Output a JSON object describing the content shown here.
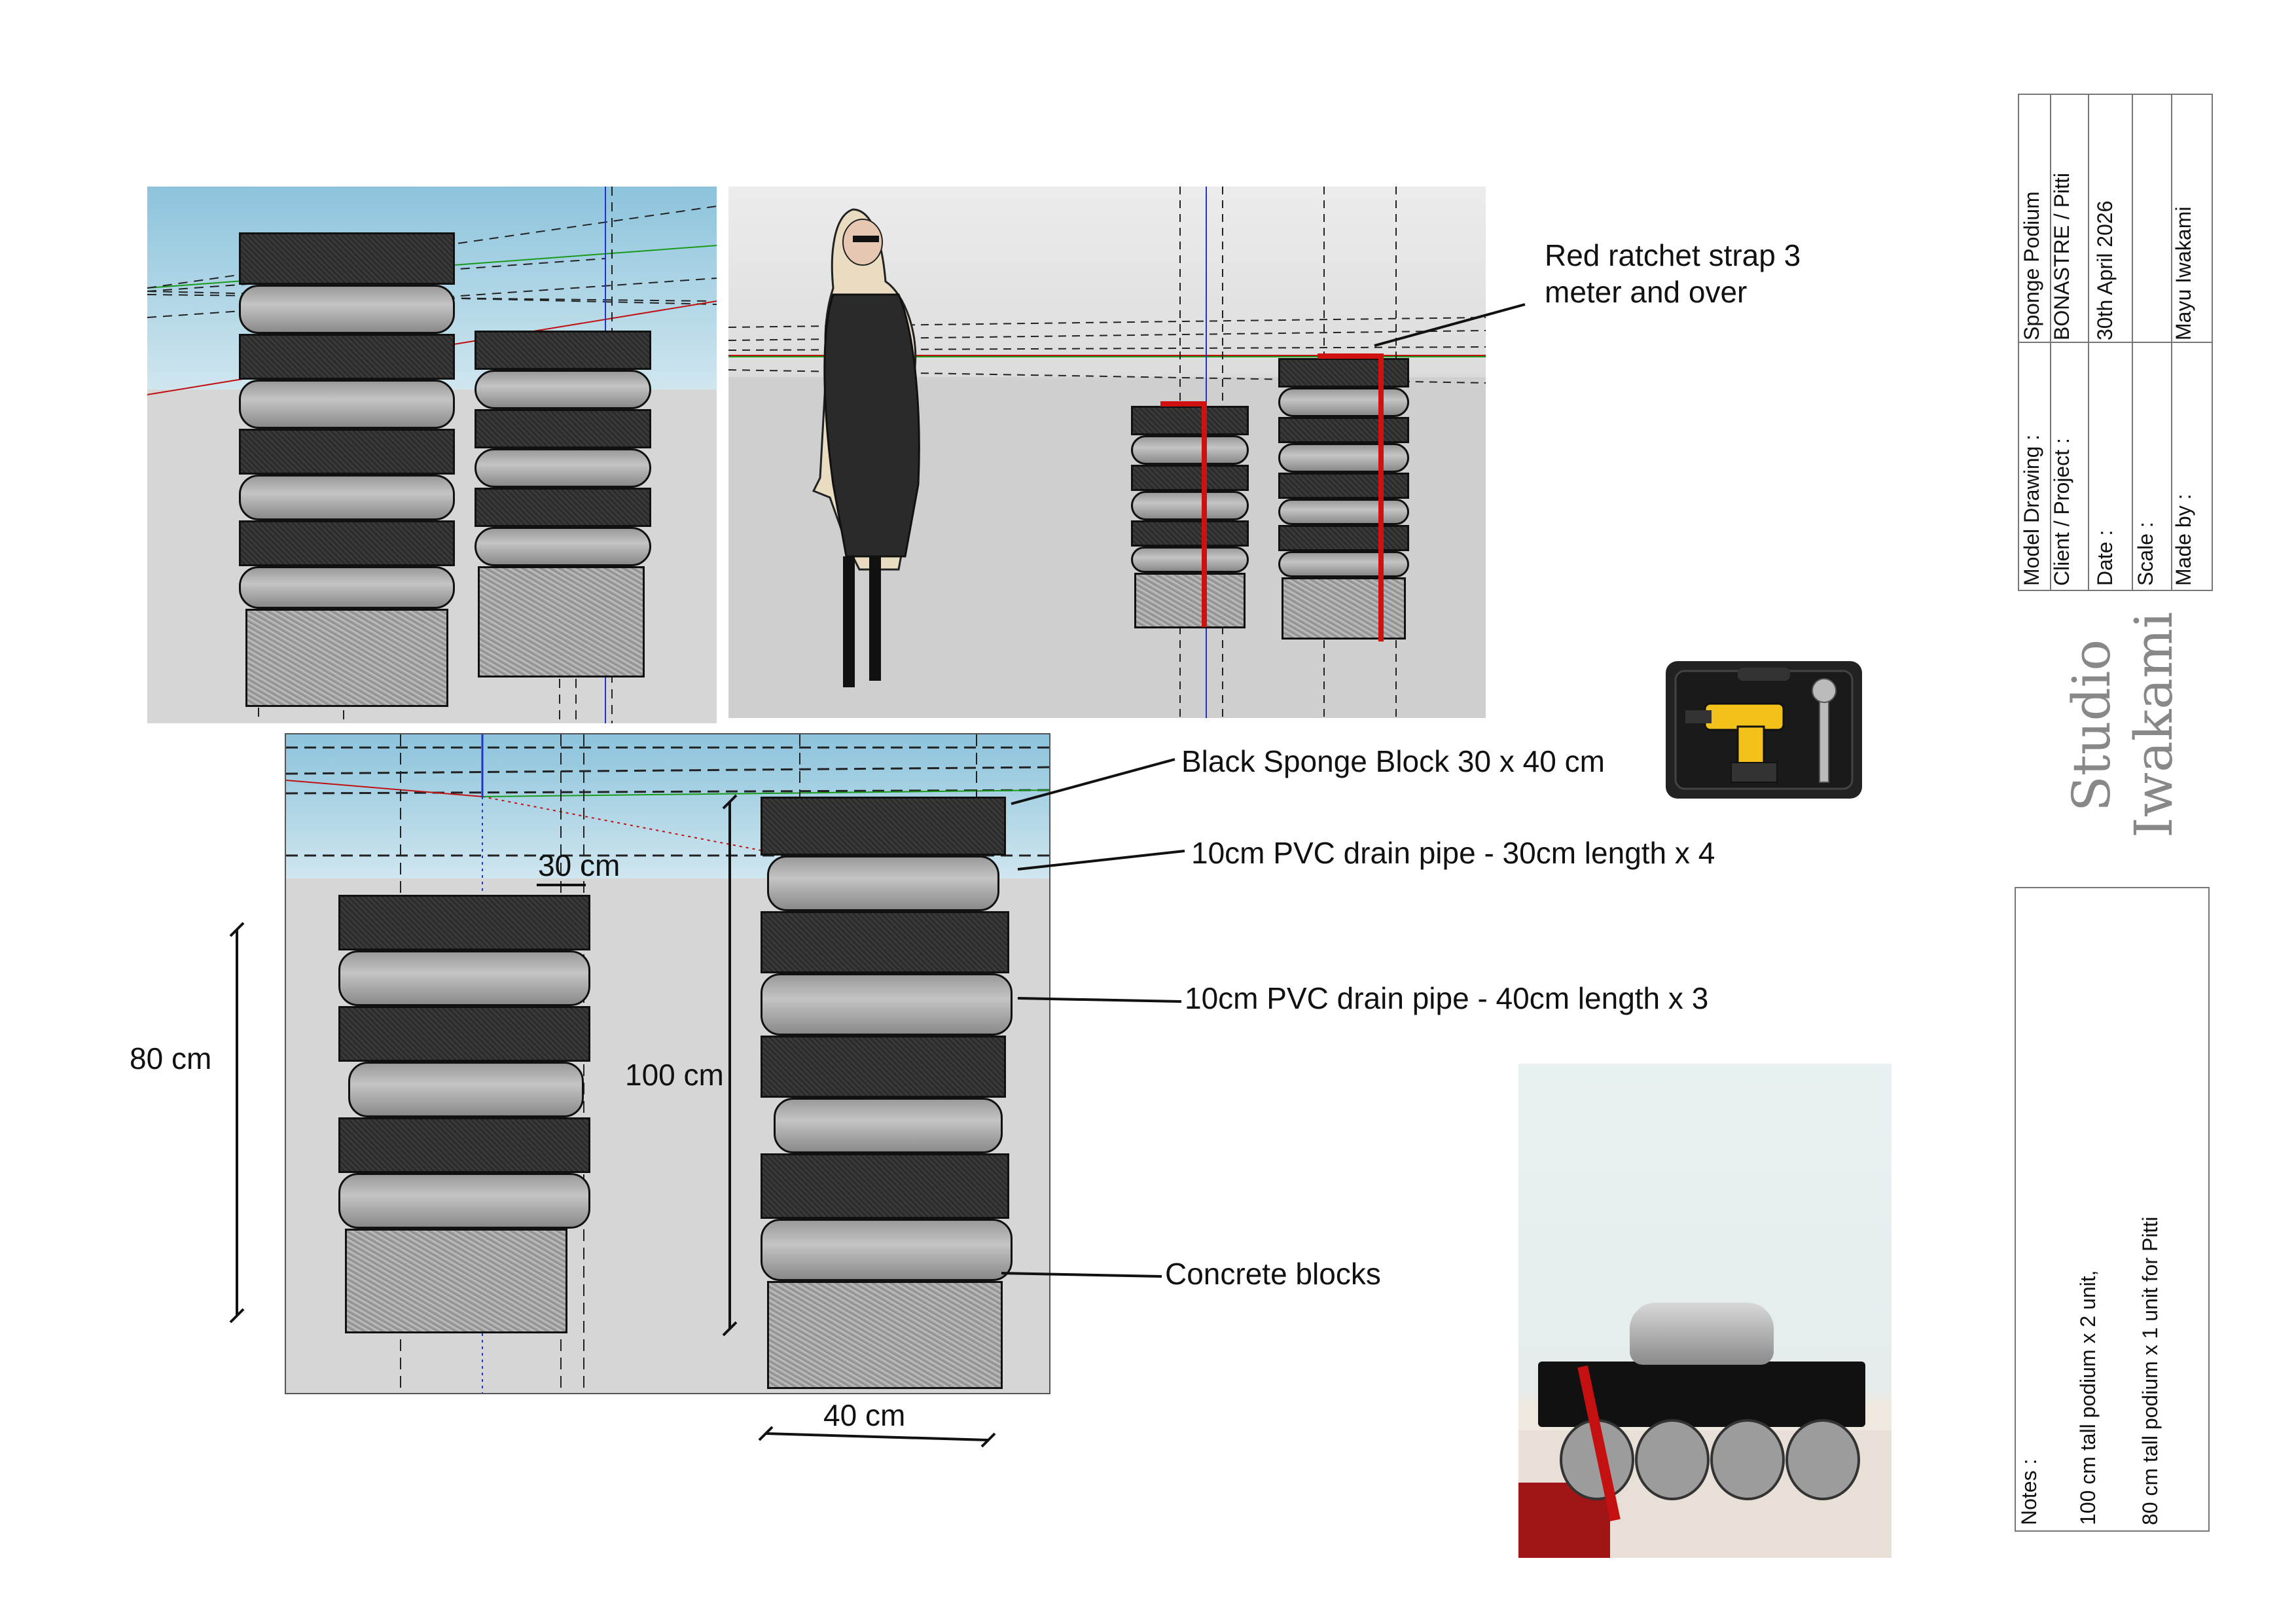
{
  "annotations": {
    "strap": [
      "Red ratchet strap 3",
      "meter and over"
    ],
    "sponge_block": "Black Sponge Block 30 x 40 cm",
    "pipe_short": "10cm PVC drain pipe - 30cm length x 4",
    "pipe_long": "10cm PVC drain pipe - 40cm length x 3",
    "concrete": "Concrete blocks"
  },
  "dimensions": {
    "width_30": "30 cm",
    "height_80": "80 cm",
    "height_100": "100 cm",
    "width_40": "40 cm"
  },
  "title_block": {
    "model_drawing_label": "Model Drawing :",
    "model_drawing_value": "Sponge Podium",
    "client_label": "Client / Project :",
    "client_value": "BONASTRE / Pitti",
    "date_label": "Date :",
    "date_value": "30th April 2026",
    "scale_label": "Scale :",
    "scale_value": "",
    "made_by_label": "Made by :",
    "made_by_value": "Mayu Iwakami"
  },
  "studio": [
    "Studio",
    "Iwakami"
  ],
  "notes": {
    "label": "Notes :",
    "lines": [
      "100 cm tall podium x 2 unit,",
      "80 cm tall podium x 1 unit for Pitti"
    ]
  },
  "colors": {
    "strap": "#d11010",
    "sky": "#8cc3dc",
    "ground": "#d6d6d6"
  }
}
